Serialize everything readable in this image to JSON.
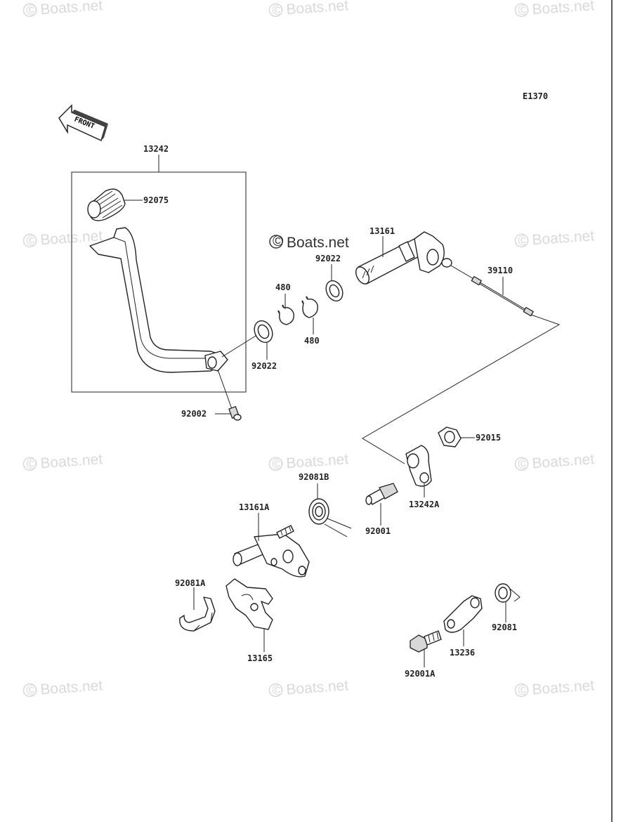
{
  "diagram_code": "E1370",
  "front_label": "FRONT",
  "watermark_text": "Boats.net",
  "watermark_symbol": "©",
  "parts": {
    "p13242": "13242",
    "p92075": "92075",
    "p13161": "13161",
    "p92022_top": "92022",
    "p480_top": "480",
    "p480_bottom": "480",
    "p92022_bottom": "92022",
    "p39110": "39110",
    "p92002": "92002",
    "p92015": "92015",
    "p92081B": "92081B",
    "p13242A": "13242A",
    "p13161A": "13161A",
    "p92001": "92001",
    "p92081A": "92081A",
    "p13165": "13165",
    "p92081": "92081",
    "p13236": "13236",
    "p92001A": "92001A"
  }
}
